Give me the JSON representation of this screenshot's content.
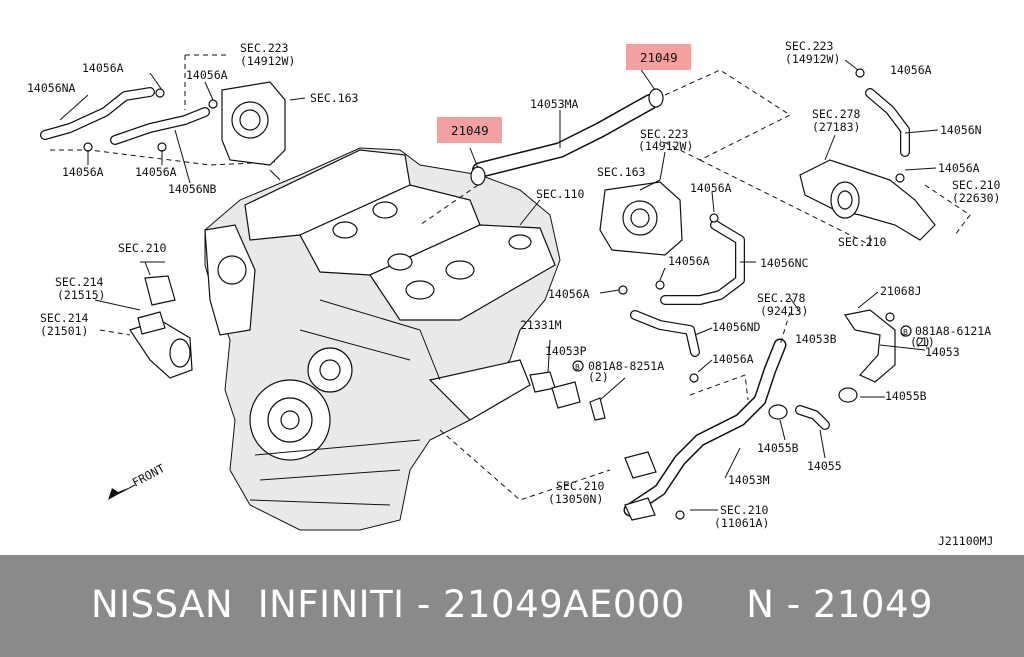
{
  "diagram": {
    "code": "J21100MJ",
    "front_label": "FRONT",
    "highlight_color": "#f4a0a0",
    "highlighted_labels": [
      "21049",
      "21049"
    ],
    "labels": [
      "14056A",
      "SEC.223",
      "(14912W)",
      "14056NA",
      "14056A",
      "SEC.163",
      "14056A",
      "14056A",
      "14056NB",
      "14053MA",
      "SEC.223",
      "(14912W)",
      "SEC.110",
      "SEC.163",
      "14056A",
      "14056A",
      "14056NC",
      "14056A",
      "SEC.223",
      "(14912W)",
      "14056A",
      "14056N",
      "SEC.278",
      "(27183)",
      "14056A",
      "SEC.210",
      "(22630)",
      "SEC.210",
      "SEC.210",
      "SEC.214",
      "(21515)",
      "SEC.214",
      "(21501)",
      "21331M",
      "14053P",
      "(2)",
      "081A8-8251A",
      "(2)",
      "SEC.278",
      "(92413)",
      "21068J",
      "081A8-6121A",
      "(1)",
      "14053B",
      "14053",
      "14056ND",
      "14056A",
      "14055B",
      "14055B",
      "14055",
      "14053M",
      "SEC.210",
      "(13050N)",
      "SEC.210",
      "(11061A)"
    ]
  },
  "banner": {
    "text": "NISSAN  INFINITI - 21049AE000     N - 21049",
    "background": "#8a8a8a",
    "color": "#ffffff"
  }
}
